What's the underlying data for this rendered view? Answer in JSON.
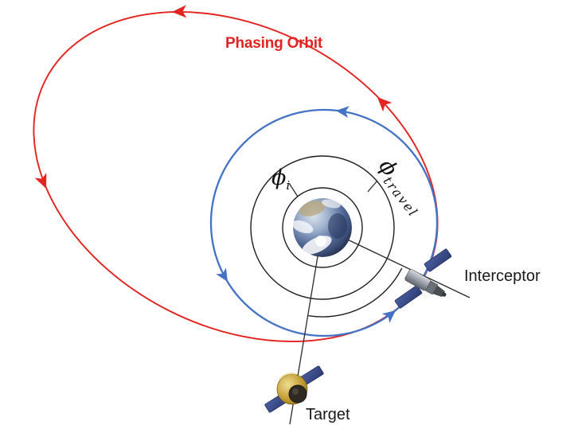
{
  "diagram": {
    "background": "#ffffff",
    "labels": {
      "phasing_orbit": "Phasing Orbit",
      "interceptor": "Interceptor",
      "target": "Target"
    },
    "angles": {
      "phi_i": {
        "symbol": "ϕ",
        "subscript": "i"
      },
      "phi_travel": {
        "symbol": "ϕ",
        "subscript": "travel"
      }
    },
    "colors": {
      "phasing_orbit": "#e2231f",
      "circular_orbit": "#4472C4",
      "reference_lines": "#1f1f1f",
      "label_text": "#1a1a1a"
    }
  }
}
